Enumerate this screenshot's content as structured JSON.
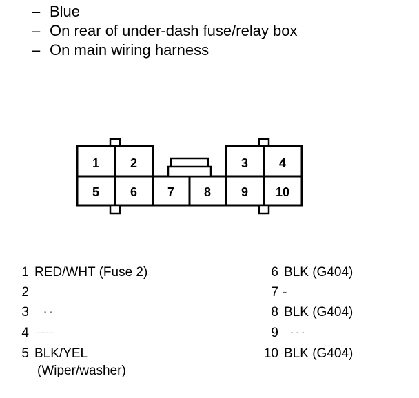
{
  "header": {
    "dash": "–",
    "lines": [
      "Blue",
      "On rear of under-dash fuse/relay box",
      "On main wiring harness"
    ]
  },
  "connector": {
    "top_row": [
      "1",
      "2",
      "3",
      "4"
    ],
    "bottom_row": [
      "5",
      "6",
      "7",
      "8",
      "9",
      "10"
    ]
  },
  "pins": [
    {
      "num": "1",
      "desc": "RED/WHT (Fuse 2)"
    },
    {
      "num": "2",
      "desc": ""
    },
    {
      "num": "3",
      "desc": "- -"
    },
    {
      "num": "4",
      "desc": "———"
    },
    {
      "num": "5",
      "desc": "BLK/YEL",
      "sub": "(Wiper/washer)"
    },
    {
      "num": "6",
      "desc": "BLK (G404)"
    },
    {
      "num": "7",
      "desc": "–"
    },
    {
      "num": "8",
      "desc": "BLK (G404)"
    },
    {
      "num": "9",
      "desc": "- - -"
    },
    {
      "num": "10",
      "desc": "BLK (G404)"
    }
  ]
}
